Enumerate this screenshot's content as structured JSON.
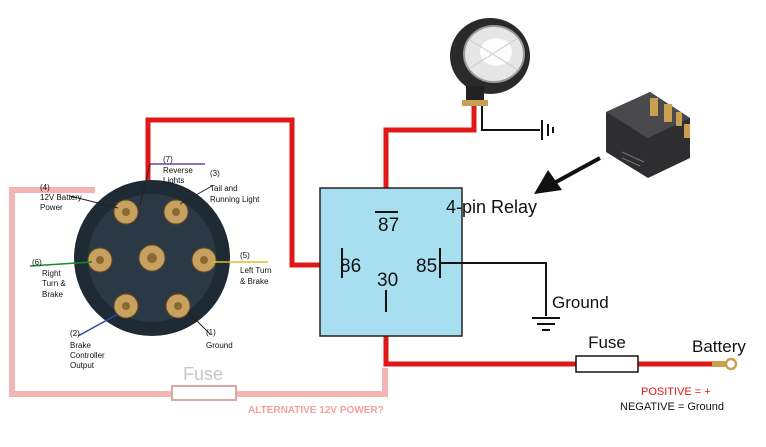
{
  "relay": {
    "label": "4-pin Relay",
    "pins": {
      "p87": "87",
      "p86": "86",
      "p85": "85",
      "p30": "30"
    }
  },
  "labels": {
    "ground": "Ground",
    "fuse_main": "Fuse",
    "fuse_alt": "Fuse",
    "battery": "Battery",
    "alt_power": "ALTERNATIVE 12V POWER?",
    "positive": "POSITIVE = +",
    "negative": "NEGATIVE = Ground"
  },
  "connector": {
    "pins": [
      {
        "num": "(4)",
        "lines": [
          "12V Battery",
          "Power"
        ]
      },
      {
        "num": "(7)",
        "lines": [
          "Reverse",
          "Lights"
        ]
      },
      {
        "num": "(3)",
        "lines": [
          "Tail and",
          "Running Light"
        ]
      },
      {
        "num": "(6)",
        "lines": [
          "Right",
          "Turn &",
          "Brake"
        ]
      },
      {
        "num": "(5)",
        "lines": [
          "Left Turn",
          "& Brake"
        ]
      },
      {
        "num": "(2)",
        "lines": [
          "Brake",
          "Controller",
          "Output"
        ]
      },
      {
        "num": "(1)",
        "lines": [
          "Ground"
        ]
      }
    ]
  },
  "colors": {
    "wire_red": "#e01818",
    "wire_pink": "#f4b4b4",
    "relay_fill": "#a8dff0",
    "positive_red": "#e01818"
  }
}
